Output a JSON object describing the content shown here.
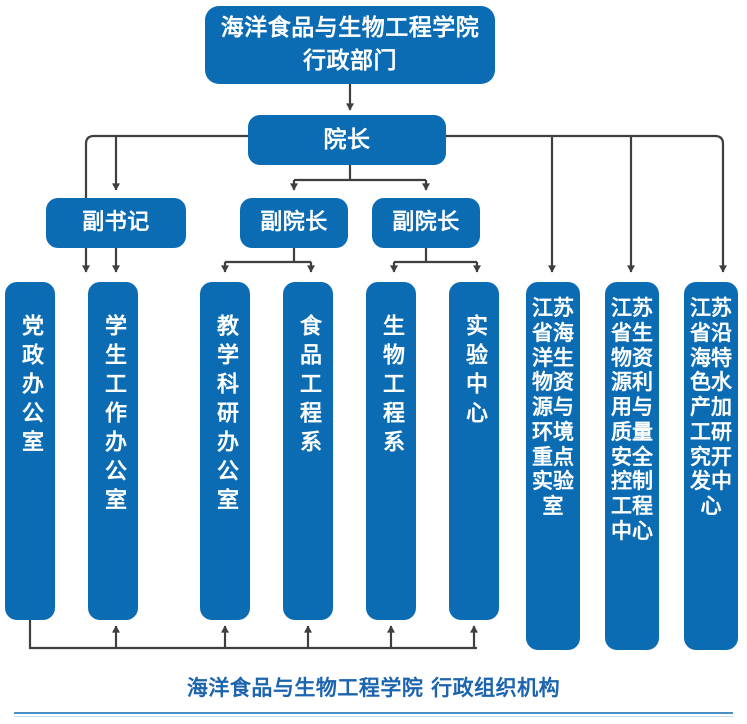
{
  "title": "海洋食品与生物工程学院 行政部门",
  "nodes": {
    "root": "海洋食品与生物工程学院\n行政部门",
    "root_line1": "海洋食品与生物工程学院",
    "root_line2": "行政部门",
    "dean": "院长",
    "vice_secretary": "副书记",
    "vice_dean_1": "副院长",
    "vice_dean_2": "副院长"
  },
  "departments": [
    {
      "label": "党政办公室",
      "style": "vertical"
    },
    {
      "label": "学生工作办公室",
      "style": "vertical"
    },
    {
      "label": "教学科研办公室",
      "style": "vertical"
    },
    {
      "label": "食品工程系",
      "style": "vertical"
    },
    {
      "label": "生物工程系",
      "style": "vertical"
    },
    {
      "label": "实验中心",
      "style": "vertical"
    },
    {
      "label": "江苏省海洋生物资源与环境重点实验室",
      "style": "wrapped"
    },
    {
      "label": "江苏省生物资源利用与质量安全控制工程中心",
      "style": "wrapped"
    },
    {
      "label": "江苏省沿海特色水产加工研究开发中心",
      "style": "wrapped"
    }
  ],
  "caption": "海洋食品与生物工程学院 行政组织机构",
  "colors": {
    "box_blue": "#0b6cb4",
    "connector_gray": "#3f3f3f",
    "caption_blue": "#1c64ad",
    "rule_blue": "#4b8fc4",
    "text_white": "#ffffff"
  }
}
